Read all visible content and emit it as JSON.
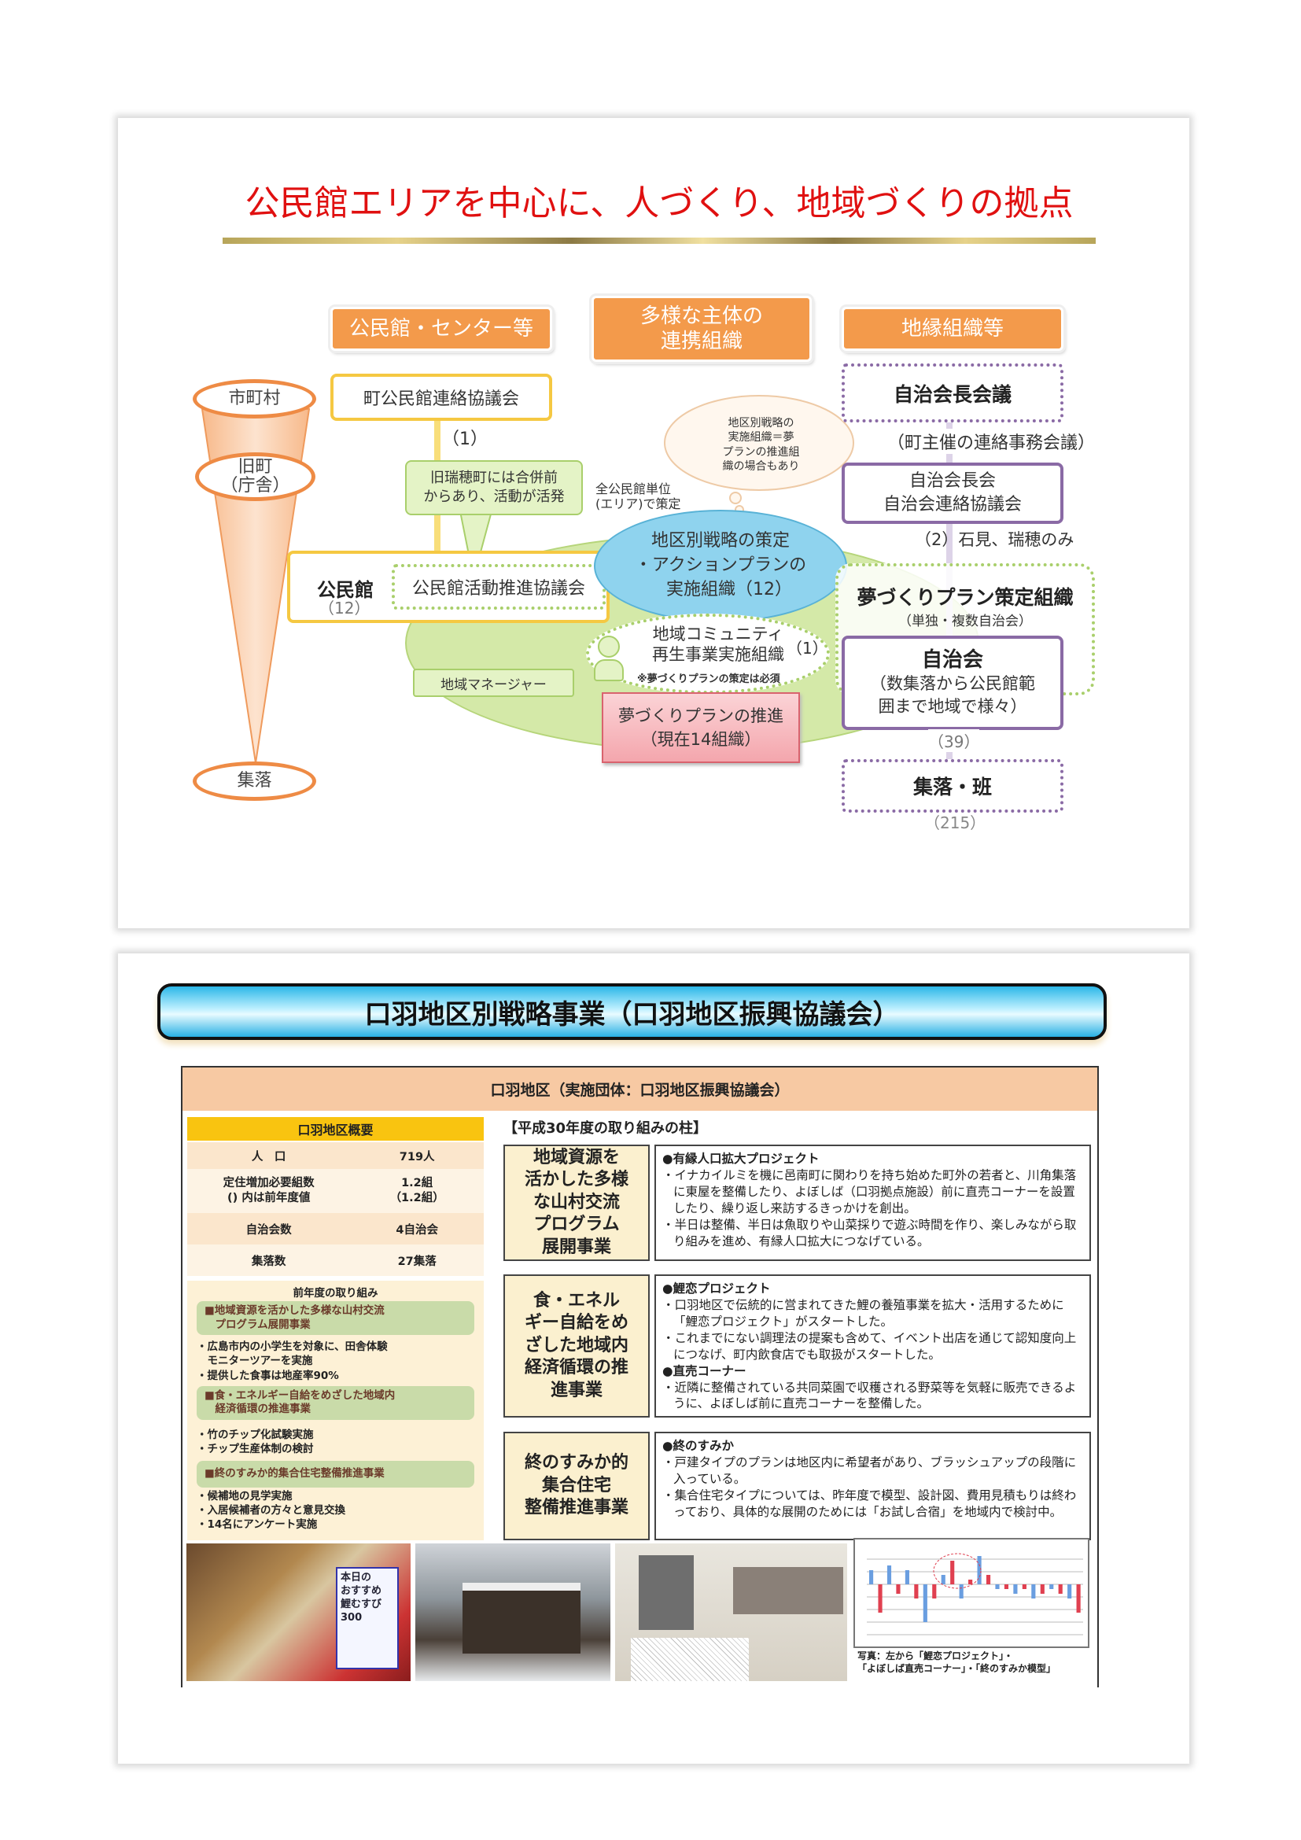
{
  "slide1": {
    "title": "公民館エリアを中心に、人づくり、地域づくりの拠点",
    "headers": [
      "公民館・センター等",
      "多様な主体の\n連携組織",
      "地縁組織等"
    ],
    "levels": [
      "市町村",
      "旧町\n（庁舎）",
      "集落"
    ],
    "town_council": "町公民館連絡協議会",
    "town_council_count": "（1）",
    "callout_mizuho": "旧瑞穂町には合併前\nからあり、活動が活発",
    "area_note": "全公民館単位\n(エリア)で策定",
    "cloud_note": "地区別戦略の\n実施組織＝夢\nプランの推進組\n織の場合もあり",
    "strategy_ellipse": "地区別戦略の策定\n・アクションプランの\n　実施組織（12）",
    "kominkan": "公民館",
    "kominkan_count": "（12）",
    "kominkan_council": "公民館活動推進協議会",
    "community": "地域コミュニティ\n再生事業実施組織",
    "community_count": "（1）",
    "community_note": "※夢づくりプランの策定は必須",
    "manager": "地域マネージャー",
    "yume_promote": "夢づくりプランの推進\n（現在14組織）",
    "chair_meeting": "自治会長会議",
    "chair_meeting_note": "（町主催の連絡事務会議）",
    "chair_assoc": "自治会長会\n自治会連絡協議会",
    "chair_assoc_note": "（2）石見、瑞穂のみ",
    "yume_org": "夢づくりプラン策定組織",
    "yume_org_sub": "（単独・複数自治会）",
    "jichikai": "自治会",
    "jichikai_sub": "（数集落から公民館範\n囲まで地域で様々）",
    "jichikai_count": "（39）",
    "shuraku": "集落・班",
    "shuraku_count": "（215）"
  },
  "slide2": {
    "title": "口羽地区別戦略事業（口羽地区振興協議会）",
    "subheader": "口羽地区（実施団体：口羽地区振興協議会）",
    "overview_title": "口羽地区概要",
    "overview": [
      {
        "k": "人　口",
        "v": "719人"
      },
      {
        "k": "定住増加必要組数\n() 内は前年度値",
        "v": "1.2組\n（1.2組）"
      },
      {
        "k": "自治会数",
        "v": "4自治会"
      },
      {
        "k": "集落数",
        "v": "27集落"
      }
    ],
    "prev_title": "前年度の取り組み",
    "prev": [
      {
        "band": "■地域資源を活かした多様な山村交流\n　プログラム展開事業",
        "items": "・広島市内の小学生を対象に、田舎体験\n　モニターツアーを実施\n・提供した食事は地産率90%"
      },
      {
        "band": "■食・エネルギー自給をめざした地域内\n　経済循環の推進事業",
        "items": "・竹のチップ化試験実施\n・チップ生産体制の検討"
      },
      {
        "band": "■終のすみか的集合住宅整備推進事業",
        "items": "・候補地の見学実施\n・入居候補者の方々と意見交換\n・14名にアンケート実施"
      }
    ],
    "pillars_title": "【平成30年度の取り組みの柱】",
    "pillars": [
      {
        "label": "地域資源を\n活かした多様\nな山村交流\nプログラム\n展開事業",
        "blocks": [
          {
            "h": "●有縁人口拡大プロジェクト",
            "items": [
              "・イナカイルミを機に邑南町に関わりを持ち始めた町外の若者と、川角集落に東屋を整備したり、よぼしば（口羽拠点施設）前に直売コーナーを設置したり、繰り返し来訪するきっかけを創出。",
              "・半日は整備、半日は魚取りや山菜採りで遊ぶ時間を作り、楽しみながら取り組みを進め、有縁人口拡大につなげている。"
            ]
          }
        ]
      },
      {
        "label": "食・エネル\nギー自給をめ\nざした地域内\n経済循環の推\n進事業",
        "blocks": [
          {
            "h": "●鯉恋プロジェクト",
            "items": [
              "・口羽地区で伝統的に営まれてきた鯉の養殖事業を拡大・活用するために「鯉恋プロジェクト」がスタートした。",
              "・これまでにない調理法の提案も含めて、イベント出店を通じて認知度向上につなげ、町内飲食店でも取扱がスタートした。"
            ]
          },
          {
            "h": "●直売コーナー",
            "items": [
              "・近隣に整備されている共同菜園で収穫される野菜等を気軽に販売できるように、よぼしば前に直売コーナーを整備した。"
            ]
          }
        ]
      },
      {
        "label": "終のすみか的\n集合住宅\n整備推進事業",
        "blocks": [
          {
            "h": "●終のすみか",
            "items": [
              "・戸建タイプのプランは地区内に希望者があり、ブラッシュアップの段階に入っている。",
              "・集合住宅タイプについては、昨年度で模型、設計図、費用見積もりは終わっており、具体的な展開のためには「お試し合宿」を地域内で検討中。"
            ]
          }
        ]
      }
    ],
    "photo_sign": "本日の\nおすすめ\n鯉むすび\n300",
    "caption": "写真：左から「鯉恋プロジェクト」・\n「よぼしば直売コーナー」・「終のすみか模型」",
    "graph_values": [
      3,
      -6,
      4,
      -2,
      3,
      -3,
      -8,
      -3,
      2,
      5,
      -3,
      1,
      6,
      2,
      -1,
      -1,
      -2,
      -1,
      -3,
      -2,
      -1,
      -2,
      -3,
      -6
    ]
  },
  "colors": {
    "title_red": "#e01010",
    "orange": "#f39a4b",
    "yellow": "#f5c842",
    "purple": "#8a6aa5",
    "green": "#c6e08e",
    "blue": "#8fd3ee",
    "peach": "#f7c9a3"
  }
}
